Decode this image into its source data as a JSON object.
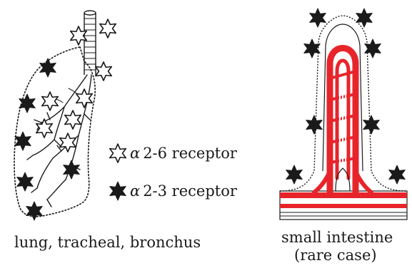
{
  "captions": {
    "lung": "lung, tracheal, bronchus",
    "intestine_line1": "small intestine",
    "intestine_line2": "(rare case)"
  },
  "legend": [
    {
      "marker": "open-star-icon",
      "symbol": "α",
      "label": "2-6 receptor"
    },
    {
      "marker": "filled-star-icon",
      "symbol": "α",
      "label": "2-3 receptor"
    }
  ],
  "colors": {
    "ink": "#1a1a1a",
    "vessel_red": "#e8242b",
    "background": "#ffffff"
  }
}
